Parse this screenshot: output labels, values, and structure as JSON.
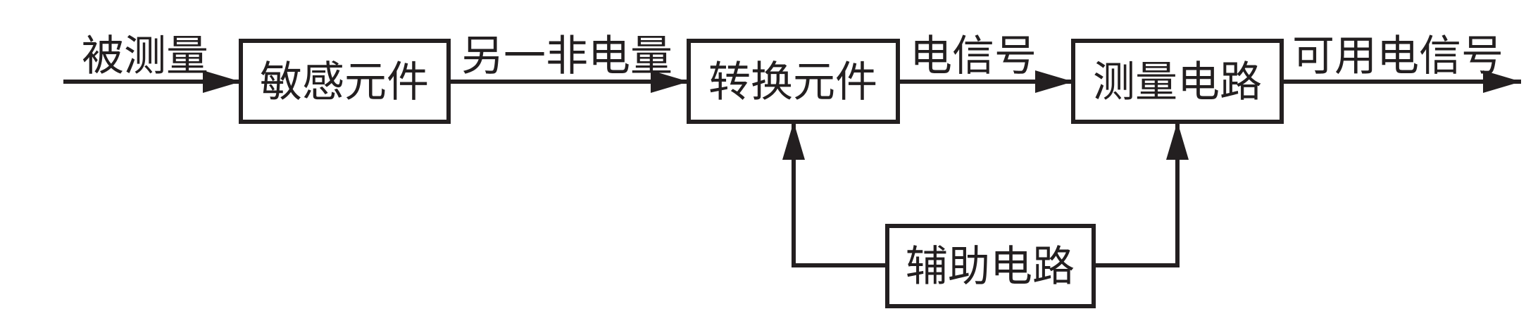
{
  "diagram": {
    "type": "block-diagram",
    "language": "zh-CN",
    "colors": {
      "ink": "#231f20",
      "background": "#ffffff"
    },
    "boxes": [
      {
        "id": "sensitive-element",
        "label": "敏感元件"
      },
      {
        "id": "transduction-element",
        "label": "转换元件"
      },
      {
        "id": "measurement-circuit",
        "label": "测量电路"
      },
      {
        "id": "auxiliary-circuit",
        "label": "辅助电路"
      }
    ],
    "arrow_labels": [
      {
        "id": "measurand",
        "label": "被测量"
      },
      {
        "id": "another-non-electrical-quantity",
        "label": "另一非电量"
      },
      {
        "id": "electrical-signal",
        "label": "电信号"
      },
      {
        "id": "usable-electrical-signal",
        "label": "可用电信号"
      }
    ],
    "flow": [
      "被测量 → 敏感元件",
      "敏感元件 → (另一非电量) → 转换元件",
      "转换元件 → (电信号) → 测量电路",
      "测量电路 → 可用电信号",
      "辅助电路 → 转换元件",
      "辅助电路 → 测量电路"
    ]
  }
}
